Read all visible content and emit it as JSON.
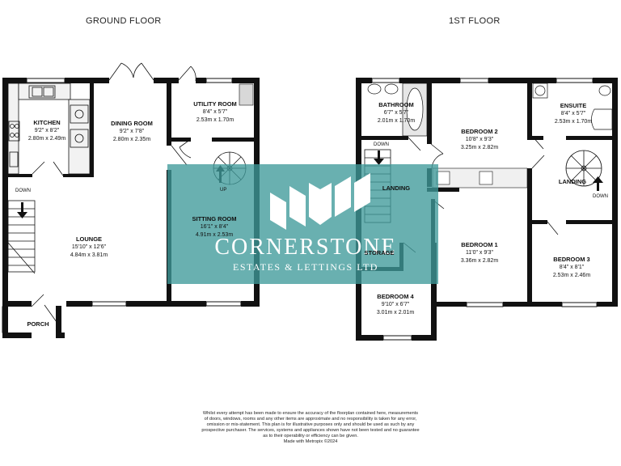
{
  "floors": {
    "ground": {
      "title": "GROUND FLOOR",
      "rooms": [
        {
          "name": "KITCHEN",
          "dims": [
            "9'2\" x 8'2\"",
            "2.80m x 2.49m"
          ]
        },
        {
          "name": "DINING ROOM",
          "dims": [
            "9'2\" x 7'8\"",
            "2.80m x 2.35m"
          ]
        },
        {
          "name": "UTILITY ROOM",
          "dims": [
            "8'4\" x 5'7\"",
            "2.53m x 1.70m"
          ]
        },
        {
          "name": "LOUNGE",
          "dims": [
            "15'10\" x 12'6\"",
            "4.84m x 3.81m"
          ]
        },
        {
          "name": "SITTING ROOM",
          "dims": [
            "16'1\" x 8'4\"",
            "4.91m x 2.53m"
          ]
        },
        {
          "name": "PORCH",
          "dims": []
        }
      ],
      "markers": {
        "down": "DOWN",
        "up": "UP"
      }
    },
    "first": {
      "title": "1ST FLOOR",
      "rooms": [
        {
          "name": "BATHROOM",
          "dims": [
            "6'7\" x 5'7\"",
            "2.01m x 1.70m"
          ]
        },
        {
          "name": "BEDROOM 2",
          "dims": [
            "10'8\" x 9'3\"",
            "3.25m x 2.82m"
          ]
        },
        {
          "name": "ENSUITE",
          "dims": [
            "8'4\" x 5'7\"",
            "2.53m x 1.70m"
          ]
        },
        {
          "name": "LANDING",
          "dims": []
        },
        {
          "name": "LANDING",
          "dims": []
        },
        {
          "name": "BEDROOM 1",
          "dims": [
            "11'0\" x 9'3\"",
            "3.36m x 2.82m"
          ]
        },
        {
          "name": "BEDROOM 3",
          "dims": [
            "8'4\" x 8'1\"",
            "2.53m x 2.46m"
          ]
        },
        {
          "name": "STORAGE",
          "dims": []
        },
        {
          "name": "BEDROOM 4",
          "dims": [
            "9'10\" x 6'7\"",
            "3.01m x 2.01m"
          ]
        }
      ],
      "markers": {
        "down_left": "DOWN",
        "down_right": "DOWN"
      }
    }
  },
  "watermark": {
    "brand_name": "CORNERSTONE",
    "tagline": "ESTATES & LETTINGS LTD",
    "color": "#3f9a9a"
  },
  "disclaimer": {
    "lines": [
      "Whilst every attempt has been made to ensure the accuracy of the floorplan contained here, measurements",
      "of doors, windows, rooms and any other items are approximate and no responsibility is taken for any error,",
      "omission or mis-statement. This plan is for illustrative purposes only and should be used as such by any",
      "prospective purchaser. The services, systems and appliances shown have not been tested and no guarantee",
      "as to their operability or efficiency can be given.",
      "Made with Metropix ©2024"
    ]
  },
  "colors": {
    "wall": "#111111",
    "fixture": "#d8d8d8",
    "background": "#ffffff"
  }
}
